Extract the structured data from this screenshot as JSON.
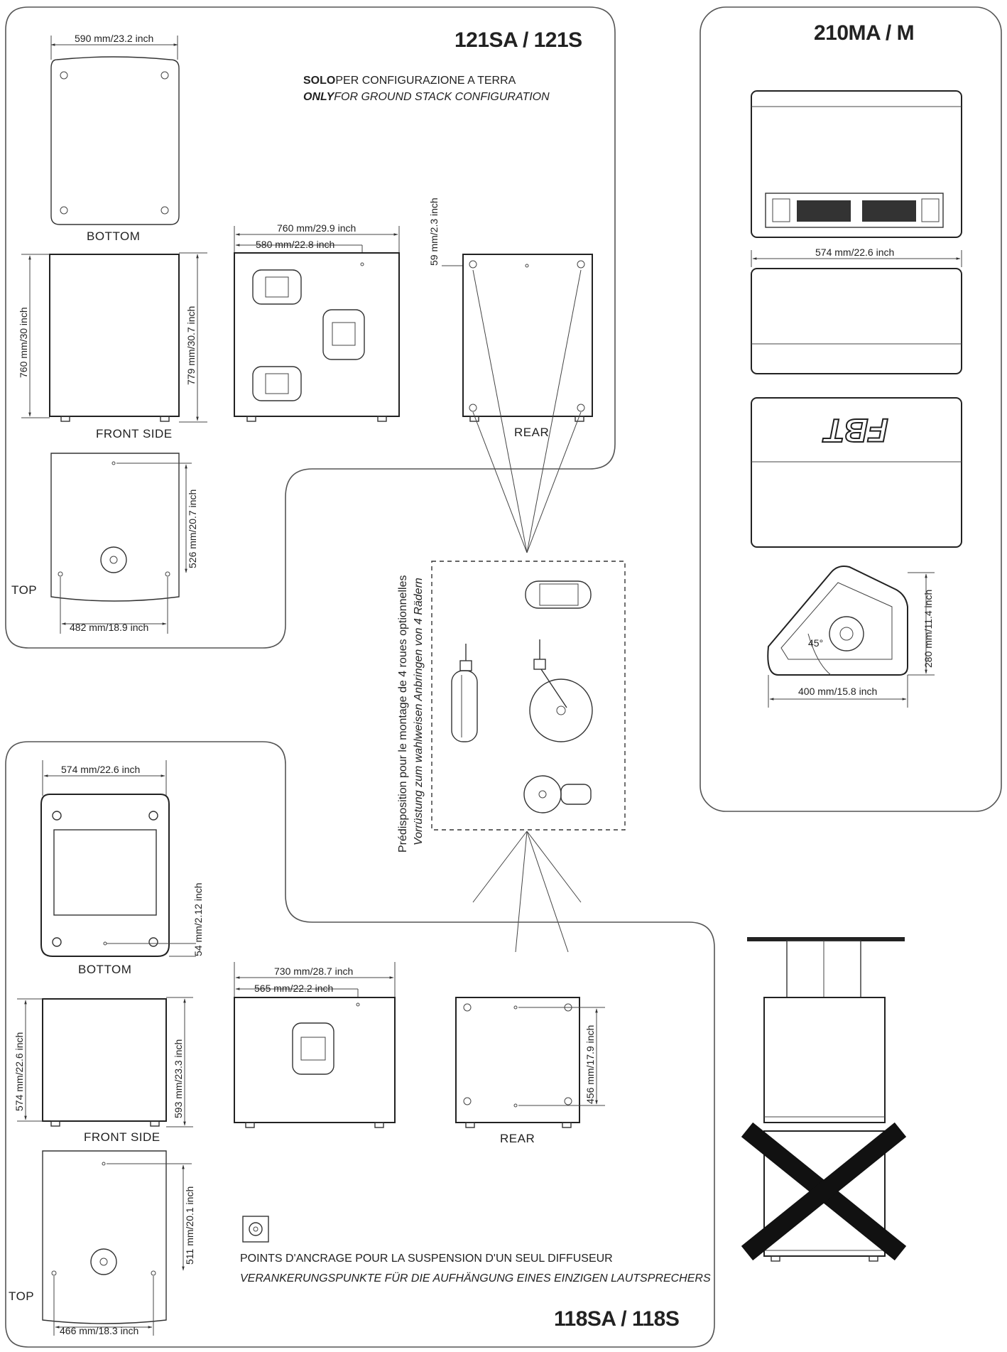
{
  "sections": {
    "s121": {
      "title": "121SA / 121S",
      "note_solo_bold": "SOLO",
      "note_solo_rest": "PER CONFIGURAZIONE A TERRA",
      "note_only_bold": "ONLY",
      "note_only_rest": "FOR GROUND STACK CONFIGURATION",
      "bottom_label": "BOTTOM",
      "front_label": "FRONT SIDE",
      "top_label": "TOP",
      "rear_label": "REAR",
      "dim_bottom_width": "590 mm/23.2 inch",
      "dim_front_height_left": "760 mm/30 inch",
      "dim_front_height_right": "779 mm/30.7 inch",
      "dim_side_depth": "760 mm/29.9 inch",
      "dim_side_inner": "580 mm/22.8 inch",
      "dim_rear_top": "59 mm/2.3 inch",
      "dim_top_depth": "526 mm/20.7 inch",
      "dim_top_width": "482 mm/18.9 inch"
    },
    "s210": {
      "title": "210MA / M",
      "dim_width": "574 mm/22.6 inch",
      "dim_height": "280 mm/11.4 inch",
      "dim_depth": "400 mm/15.8 inch",
      "angle": "45°",
      "logo_text": "FBT"
    },
    "wheels": {
      "line1": "Prédisposition pour le montage de 4 roues optionnelles",
      "line2": "Vorrüstung zum wahlweisen Anbringen von 4 Rädern"
    },
    "s118": {
      "title": "118SA / 118S",
      "bottom_label": "BOTTOM",
      "front_label": "FRONT SIDE",
      "top_label": "TOP",
      "rear_label": "REAR",
      "dim_bottom_width": "574 mm/22.6 inch",
      "dim_bottom_side": "54 mm/2.12 inch",
      "dim_front_height_left": "574 mm/22.6 inch",
      "dim_front_height_right": "593 mm/23.3 inch",
      "dim_side_depth": "730 mm/28.7 inch",
      "dim_side_inner": "565 mm/22.2 inch",
      "dim_rear_height": "456 mm/17.9 inch",
      "dim_top_depth": "511 mm/20.1 inch",
      "dim_top_width": "466 mm/18.3 inch",
      "anchor_fr": "POINTS D'ANCRAGE POUR LA SUSPENSION D'UN SEUL DIFFUSEUR",
      "anchor_de": "VERANKERUNGSPUNKTE FÜR DIE AUFHÄNGUNG EINES EINZIGEN LAUTSPRECHERS"
    }
  }
}
